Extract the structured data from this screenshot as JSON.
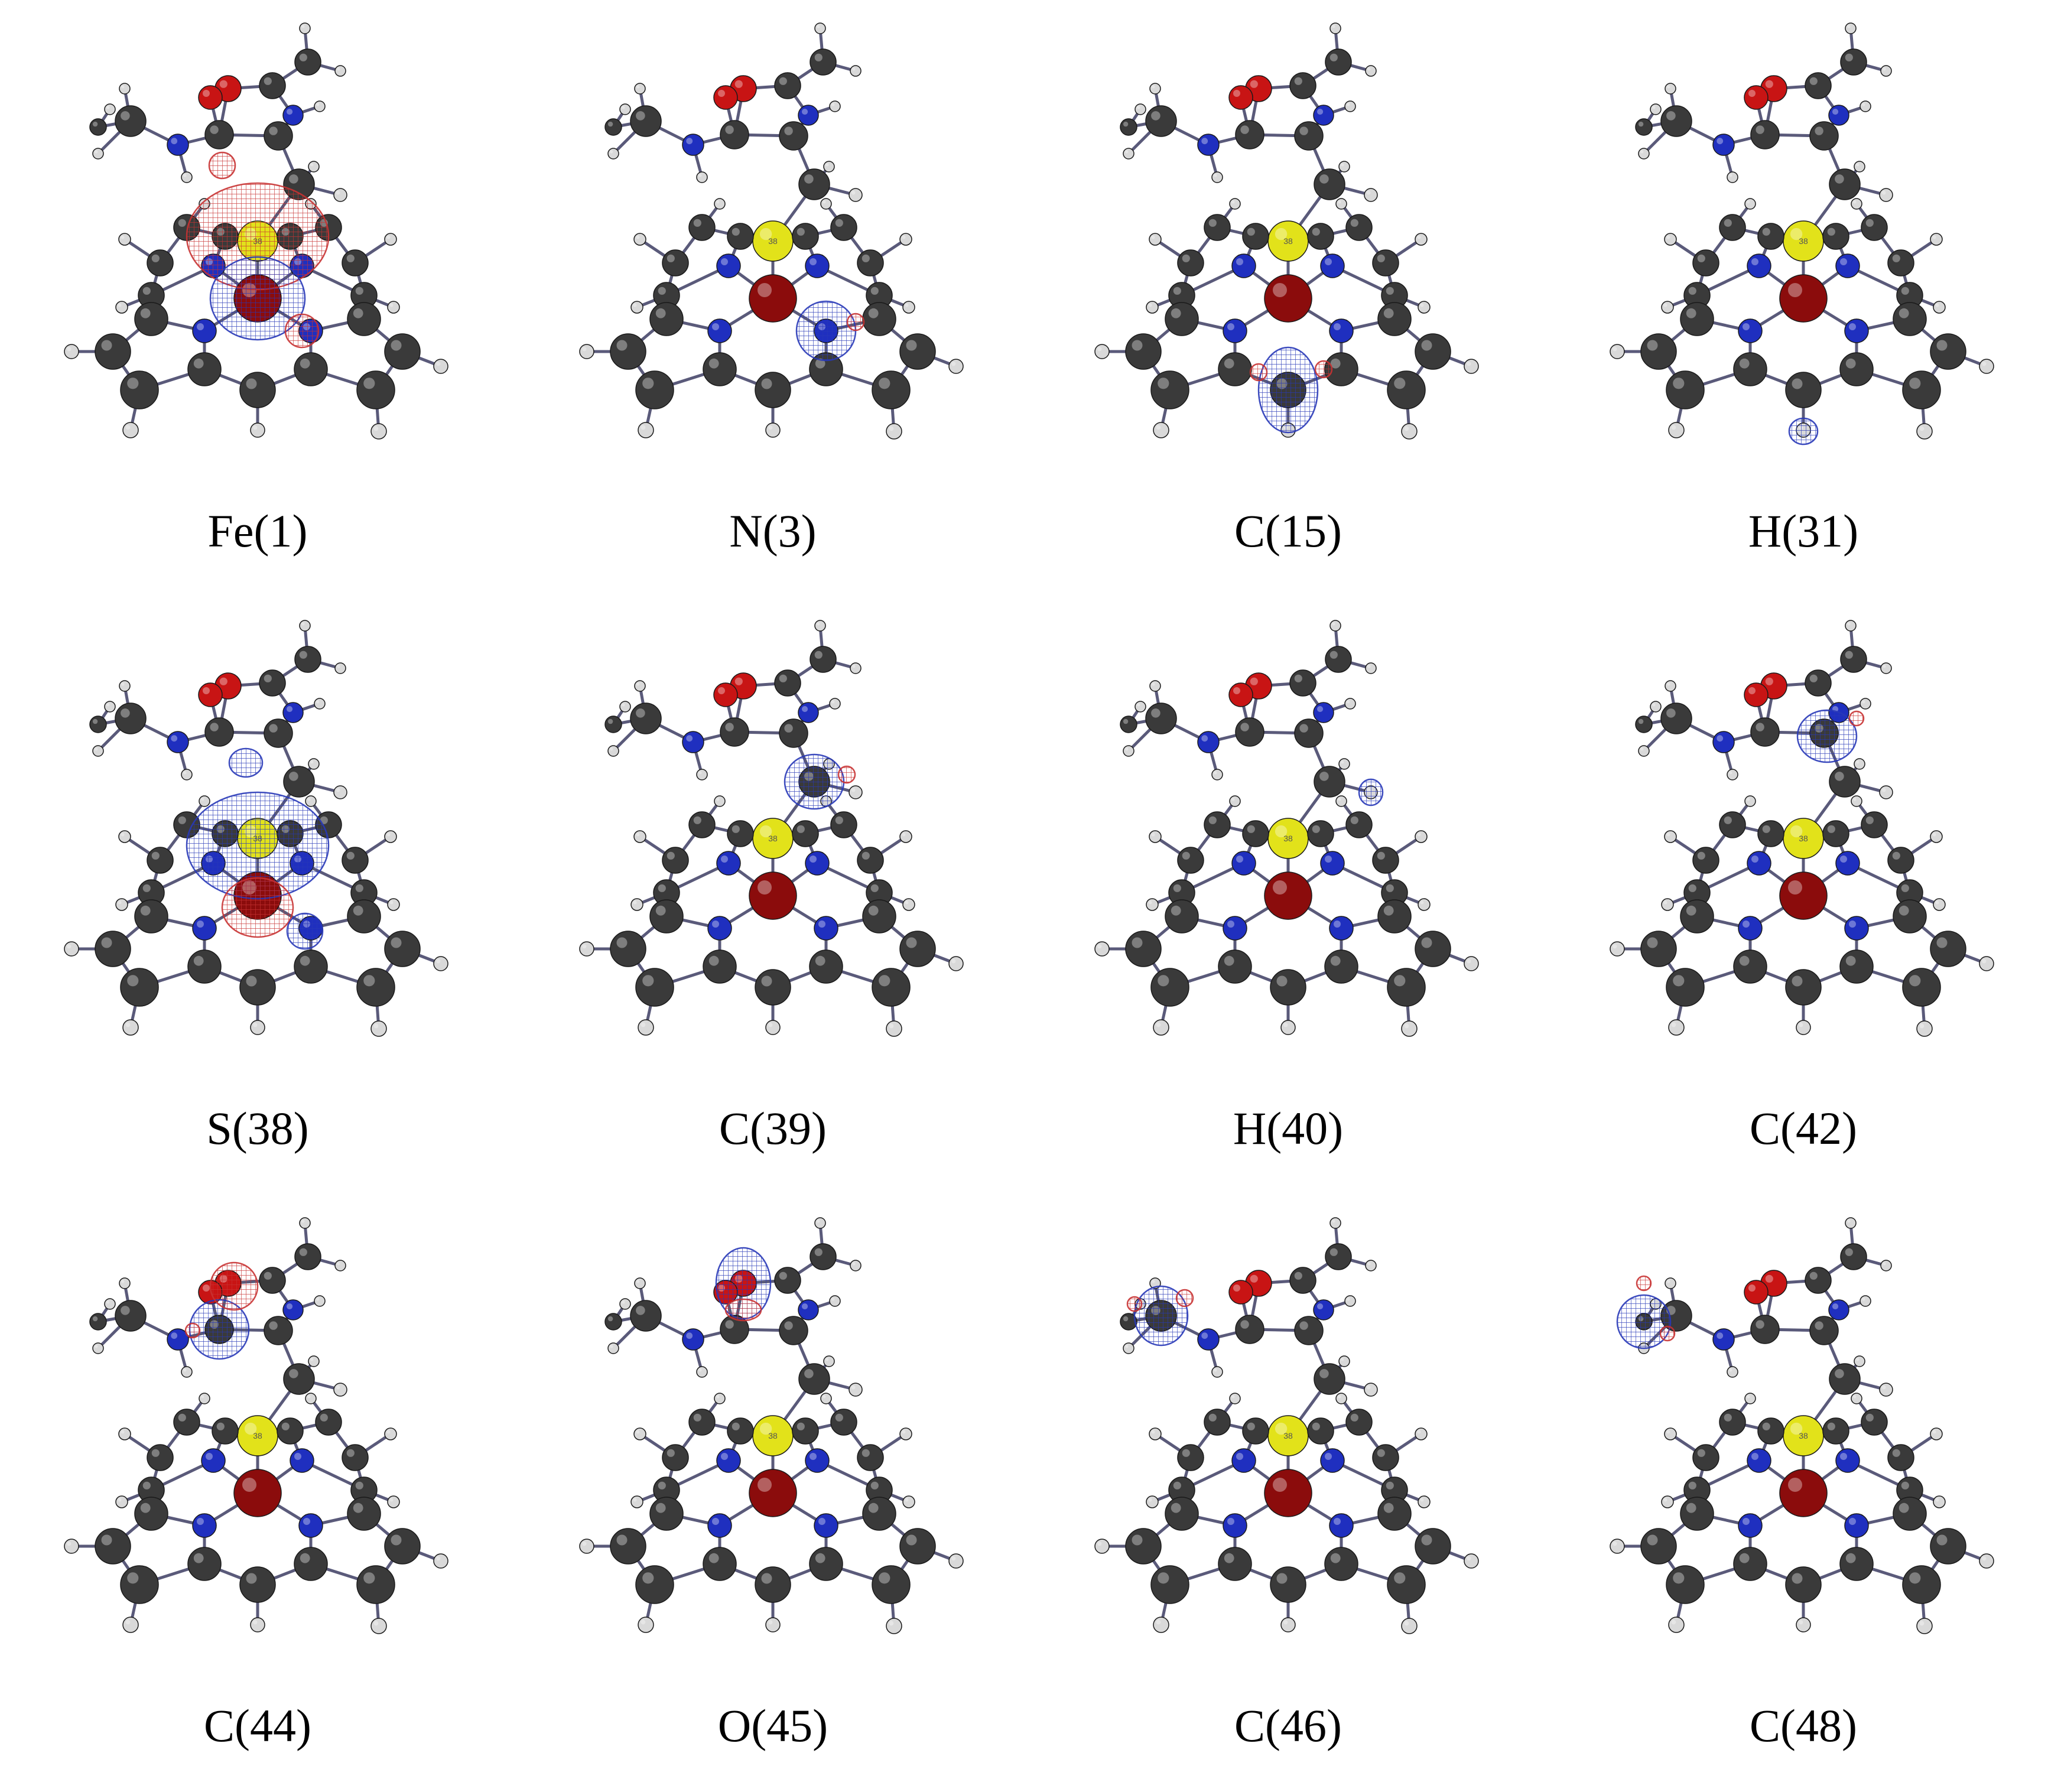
{
  "colors": {
    "carbon": "#3a3a3a",
    "hydrogen": "#d9d9d9",
    "nitrogen": "#1f2fbf",
    "oxygen": "#c81414",
    "sulfur": "#e2e21a",
    "iron": "#8b0c0c",
    "bond": "#5a5a7a",
    "mesh_positive": "#c83232",
    "mesh_negative": "#2838b8"
  },
  "atom_marker": "38",
  "panels": [
    {
      "label": "Fe(1)",
      "highlight": "Fe1"
    },
    {
      "label": "N(3)",
      "highlight": "N3"
    },
    {
      "label": "C(15)",
      "highlight": "C15"
    },
    {
      "label": "H(31)",
      "highlight": "H31"
    },
    {
      "label": "S(38)",
      "highlight": "S38"
    },
    {
      "label": "C(39)",
      "highlight": "C39"
    },
    {
      "label": "H(40)",
      "highlight": "H40"
    },
    {
      "label": "C(42)",
      "highlight": "C42"
    },
    {
      "label": "C(44)",
      "highlight": "C44"
    },
    {
      "label": "O(45)",
      "highlight": "O45"
    },
    {
      "label": "C(46)",
      "highlight": "C46"
    },
    {
      "label": "C(48)",
      "highlight": "C48"
    }
  ]
}
